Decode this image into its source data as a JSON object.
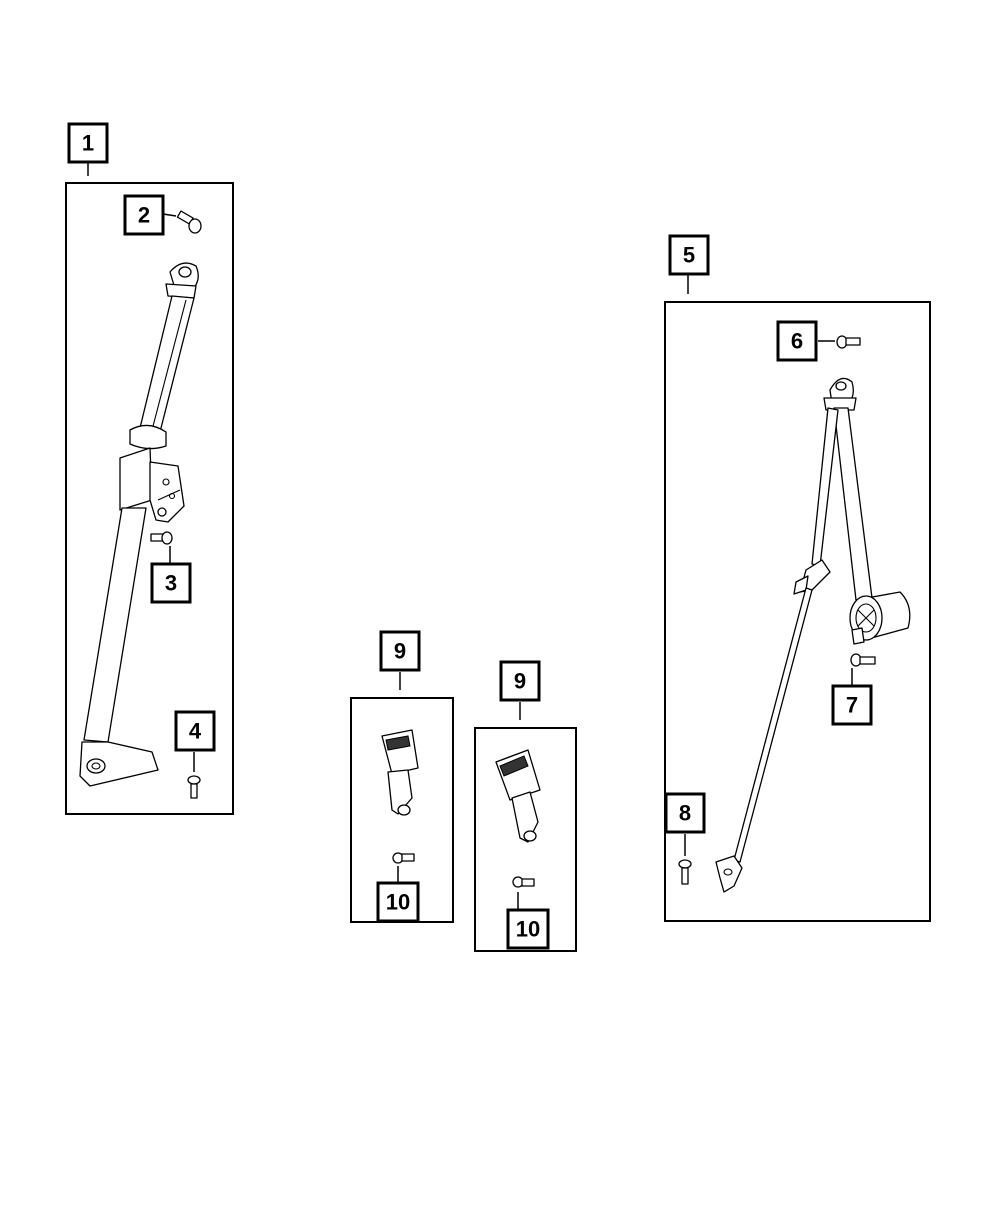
{
  "callouts": {
    "c1": "1",
    "c2": "2",
    "c3": "3",
    "c4": "4",
    "c5": "5",
    "c6": "6",
    "c7": "7",
    "c8": "8",
    "c9a": "9",
    "c9b": "9",
    "c10a": "10",
    "c10b": "10"
  }
}
